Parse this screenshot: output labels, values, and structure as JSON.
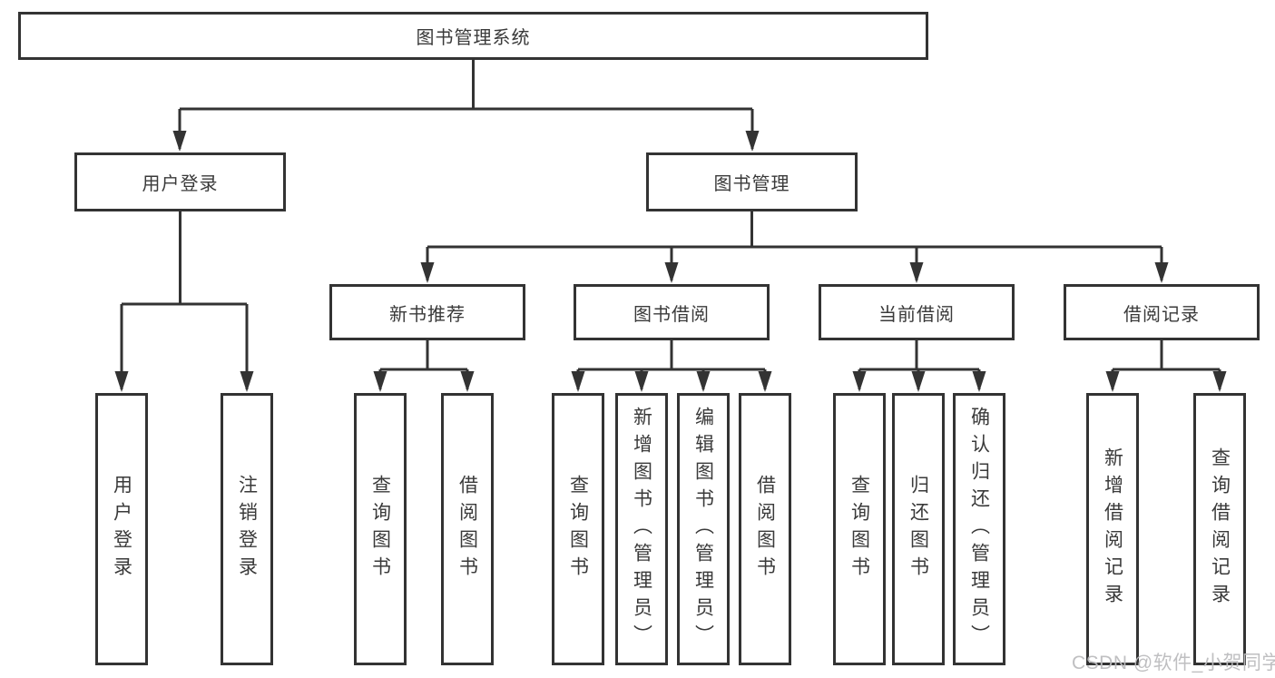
{
  "tree": {
    "root": {
      "label": "图书管理系统"
    },
    "level2": [
      {
        "label": "用户登录",
        "children": [
          {
            "label": "用户登录"
          },
          {
            "label": "注销登录"
          }
        ]
      },
      {
        "label": "图书管理",
        "children": [
          {
            "label": "新书推荐",
            "children": [
              {
                "label": "查询图书"
              },
              {
                "label": "借阅图书"
              }
            ]
          },
          {
            "label": "图书借阅",
            "children": [
              {
                "label": "查询图书"
              },
              {
                "label": "新增图书（管理员）"
              },
              {
                "label": "编辑图书（管理员）"
              },
              {
                "label": "借阅图书"
              }
            ]
          },
          {
            "label": "当前借阅",
            "children": [
              {
                "label": "查询图书"
              },
              {
                "label": "归还图书"
              },
              {
                "label": "确认归还（管理员）"
              }
            ]
          },
          {
            "label": "借阅记录",
            "children": [
              {
                "label": "新增借阅记录"
              },
              {
                "label": "查询借阅记录"
              }
            ]
          }
        ]
      }
    ]
  },
  "watermark": {
    "text": "CSDN @软件_小贺同学"
  },
  "colors": {
    "line": "#333333",
    "box_border": "#333333",
    "text": "#3a3a3a",
    "watermark": "#bcbcbe"
  }
}
